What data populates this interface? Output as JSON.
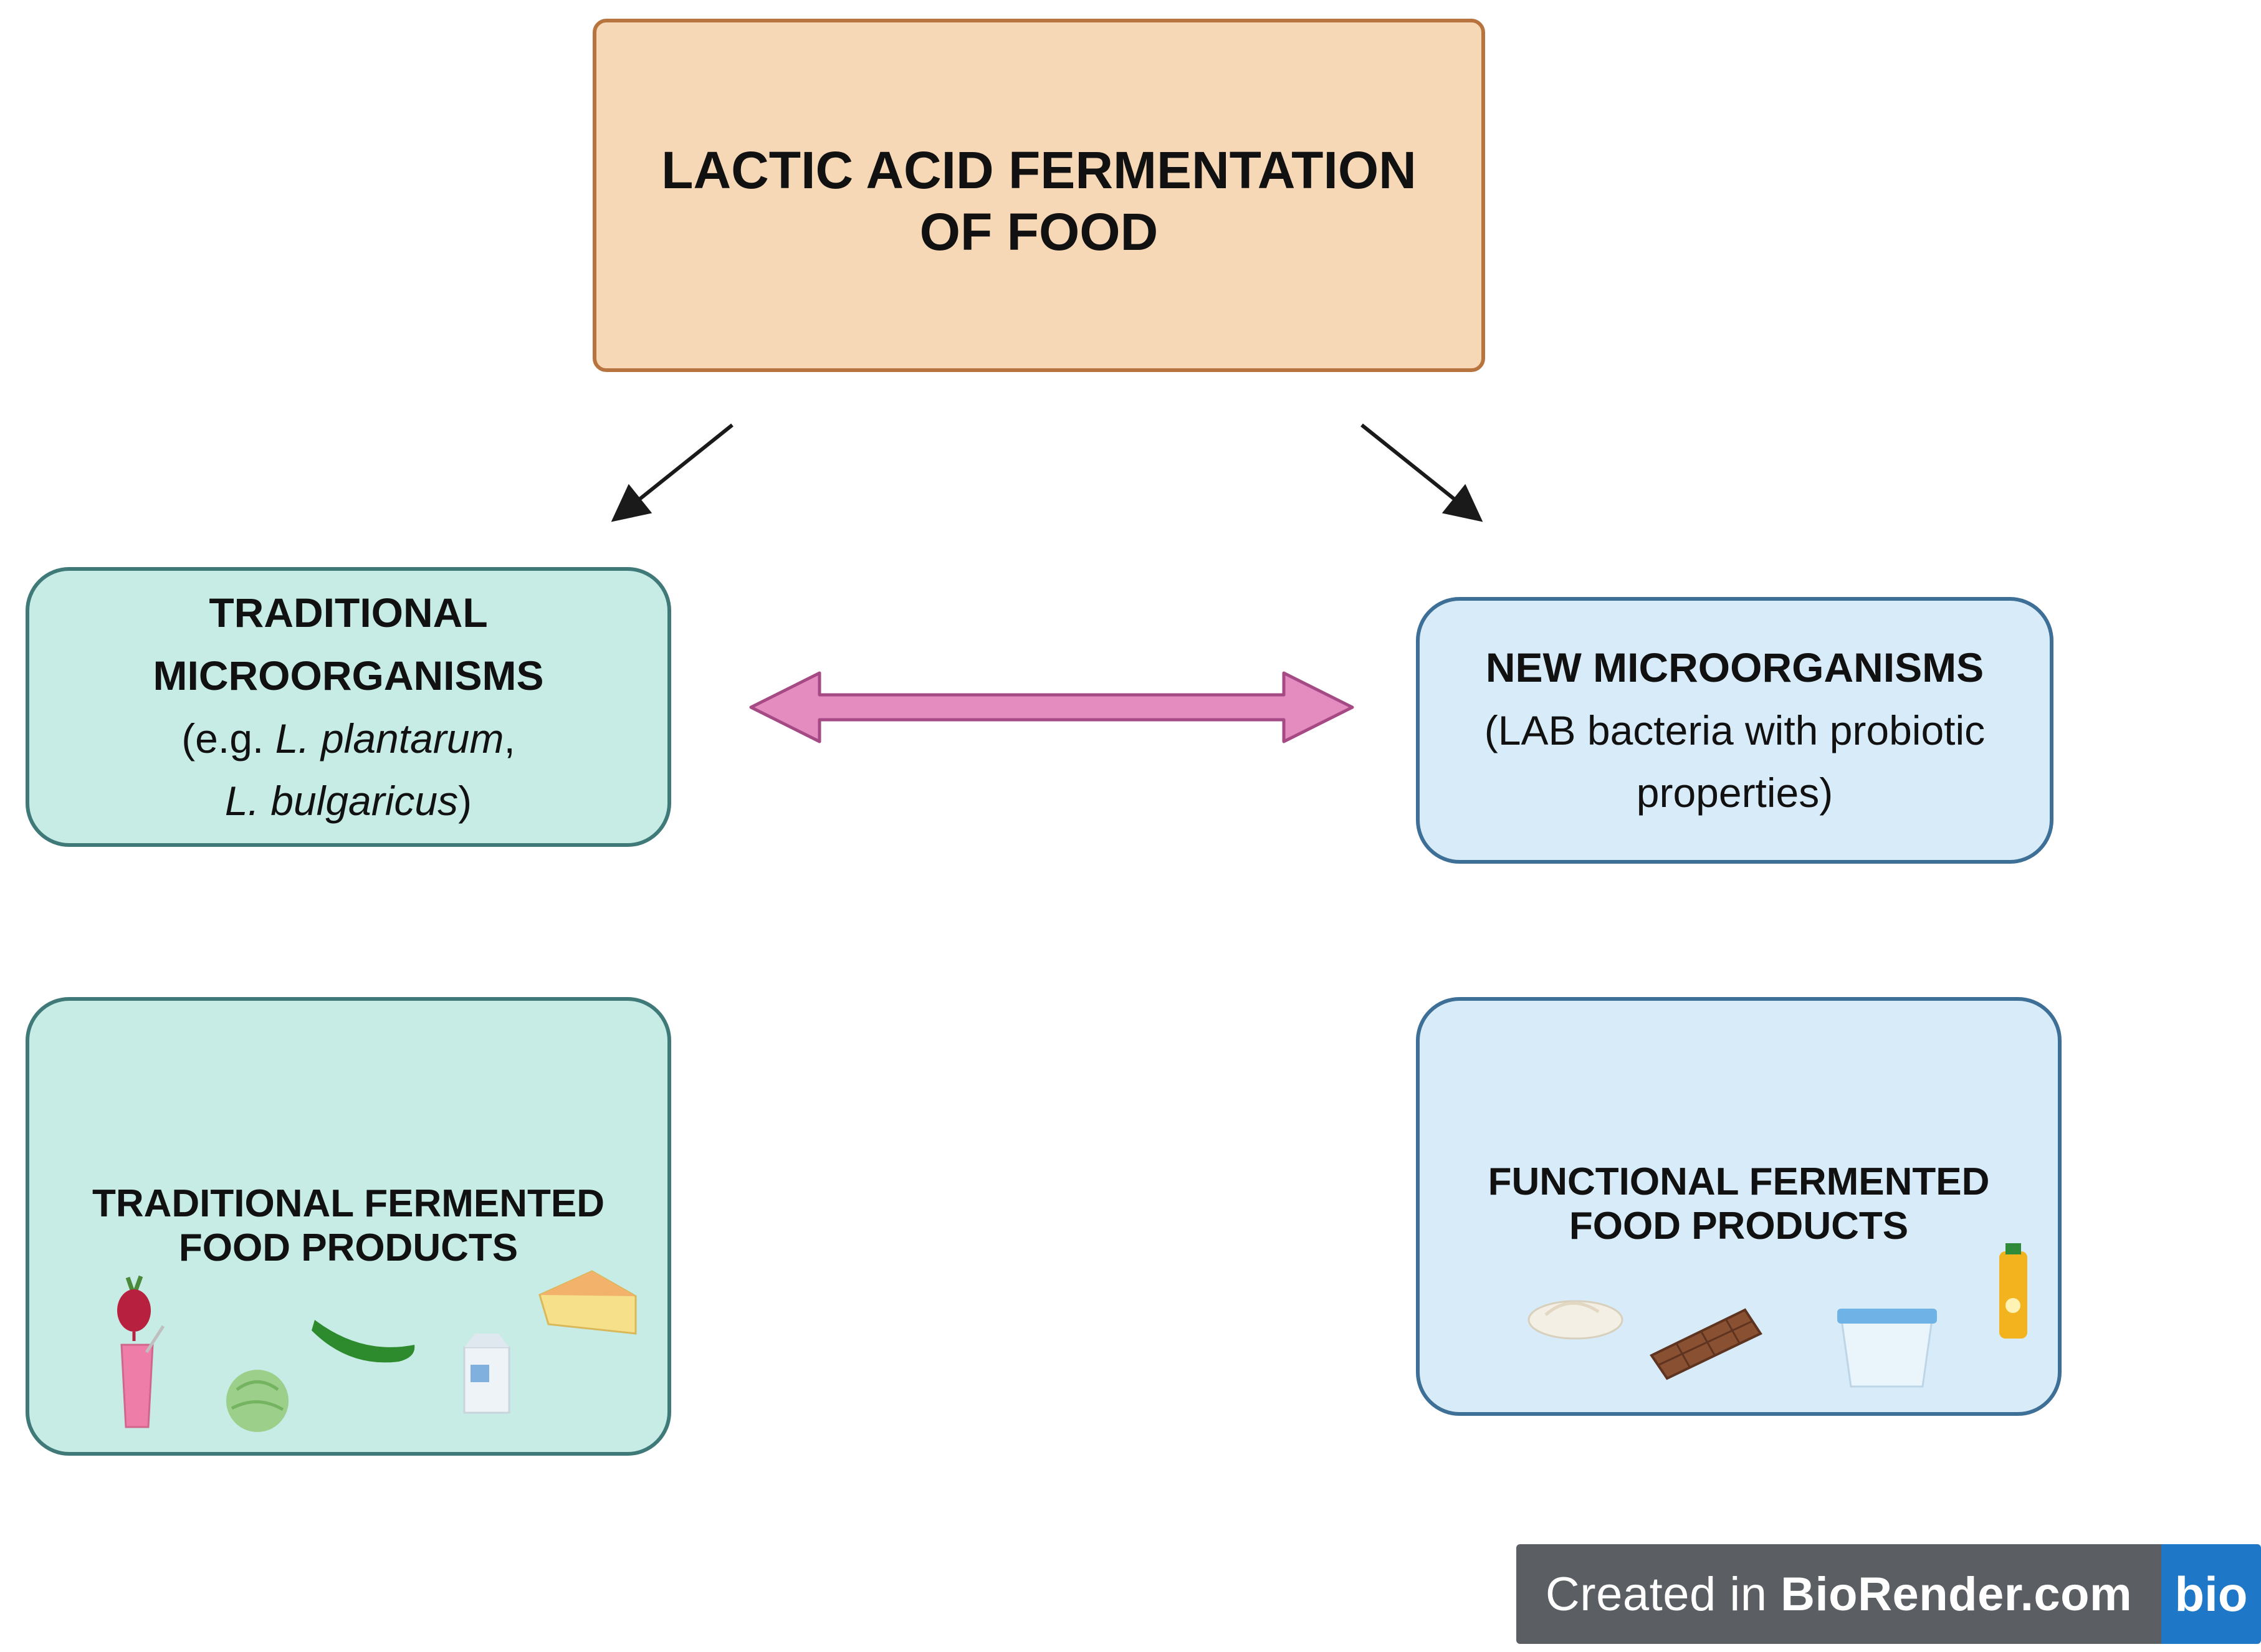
{
  "top": {
    "line1": "LACTIC ACID FERMENTATION",
    "line2": "OF FOOD"
  },
  "traditional_microorganisms": {
    "title_line1": "TRADITIONAL",
    "title_line2": "MICROORGANISMS",
    "example_prefix": "(e.g. ",
    "example_species1": "L. plantarum",
    "example_sep": ",",
    "example_species2": "L. bulgaricus",
    "example_suffix": ")"
  },
  "new_microorganisms": {
    "title": "NEW MICROORGANISMS",
    "desc_line1": "(LAB bacteria with probiotic",
    "desc_line2": "properties)"
  },
  "traditional_food": {
    "line1": "TRADITIONAL FERMENTED",
    "line2": "FOOD PRODUCTS"
  },
  "functional_food": {
    "line1": "FUNCTIONAL FERMENTED",
    "line2": "FOOD PRODUCTS"
  },
  "watermark": {
    "prefix": "Created in ",
    "brand": "BioRender.com",
    "logo": "bio"
  },
  "icons": {
    "traditional": [
      "beet-icon",
      "pink-drink-icon",
      "cabbage-icon",
      "cucumber-icon",
      "milk-carton-icon",
      "cheese-icon"
    ],
    "functional": [
      "cream-icon",
      "chocolate-bar-icon",
      "yogurt-cup-icon",
      "juice-bottle-icon"
    ]
  },
  "colors": {
    "top_fill": "#f7d8b6",
    "top_border": "#b8743f",
    "teal_fill": "#c7ece6",
    "teal_border": "#3f7a79",
    "blue_fill": "#d8ebf8",
    "blue_border": "#3e6f97",
    "double_arrow": "#e48bbf",
    "watermark_bg": "#5b5e63",
    "watermark_logo": "#1f77c7"
  }
}
